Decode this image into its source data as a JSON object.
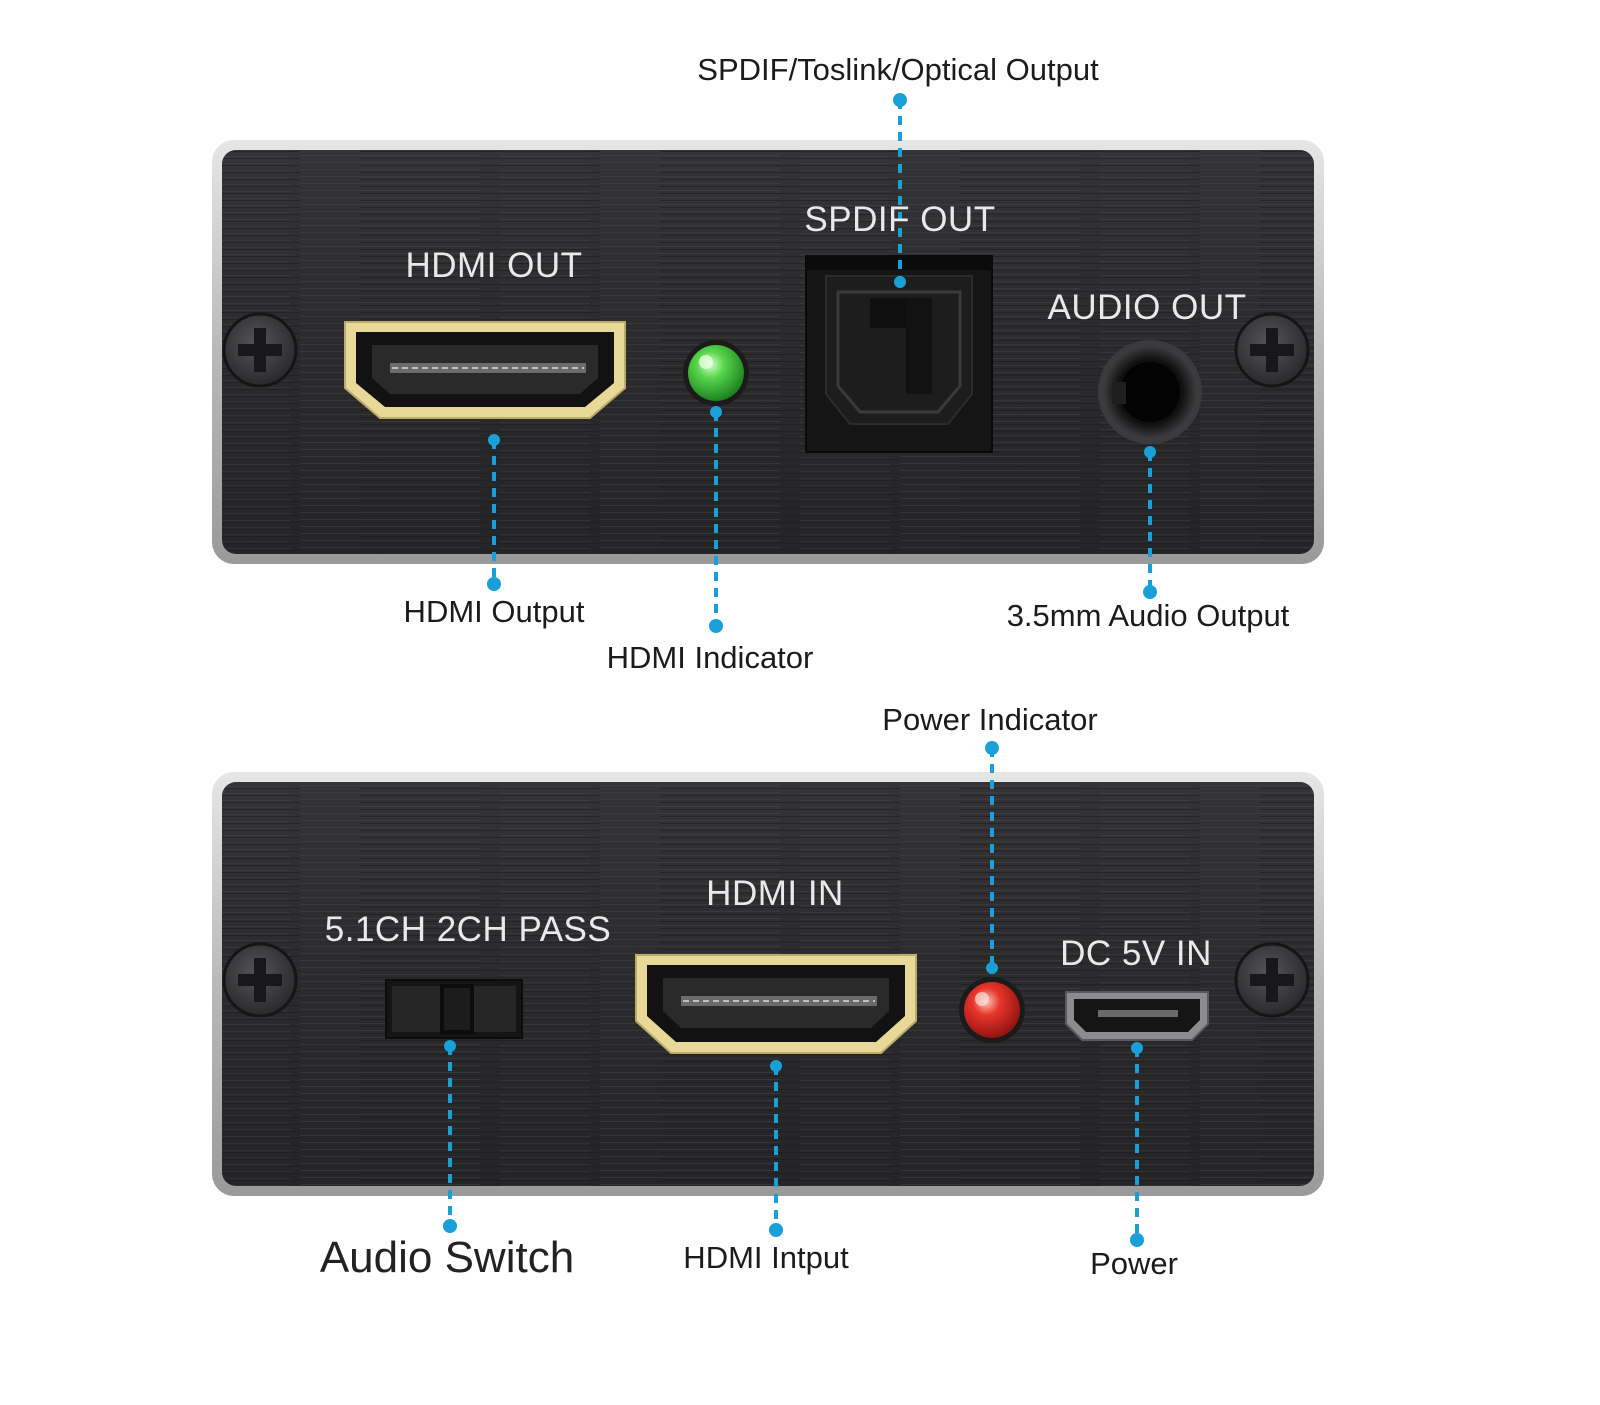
{
  "colors": {
    "leader_line": "#1a9fd8",
    "panel": "#2c2c2e",
    "panel_frame": "#c9c9c9",
    "hdmi_gold": "#e8d998",
    "led_green": "#3fc23a",
    "led_red": "#e0231f",
    "text_callout": "#1b1b1b",
    "text_panel": "#e9e9e9"
  },
  "icons": [
    "screw-icon",
    "hdmi-port-icon",
    "optical-port-icon",
    "audio-jack-icon",
    "usb-port-icon",
    "slide-switch-icon",
    "led-indicator-icon"
  ],
  "top_panel": {
    "labels": {
      "hdmi_out": "HDMI OUT",
      "spdif_out": "SPDIF OUT",
      "audio_out": "AUDIO OUT"
    },
    "callouts": {
      "spdif": "SPDIF/Toslink/Optical Output",
      "hdmi_output": "HDMI Output",
      "hdmi_indicator": "HDMI Indicator",
      "audio_output": "3.5mm Audio Output"
    }
  },
  "bottom_panel": {
    "labels": {
      "audio_switch": "5.1CH 2CH PASS",
      "hdmi_in": "HDMI IN",
      "dc_in": "DC 5V IN"
    },
    "callouts": {
      "power_indicator": "Power Indicator",
      "audio_switch": "Audio Switch",
      "hdmi_input": "HDMI Intput",
      "power": "Power"
    }
  }
}
